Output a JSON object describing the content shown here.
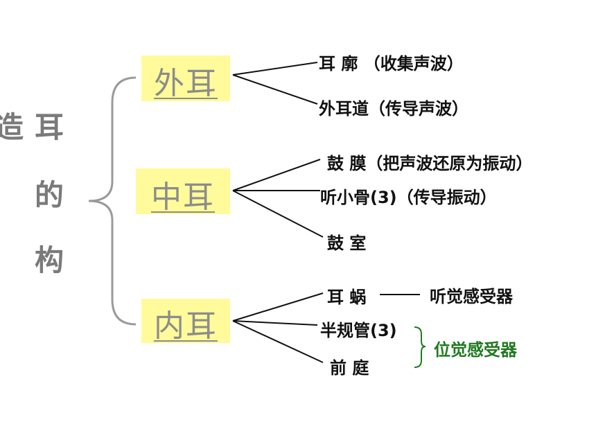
{
  "title_chars": [
    "造",
    "耳",
    "的",
    "构"
  ],
  "branches": {
    "outer": {
      "label": "外耳",
      "children": [
        "耳 廓 （收集声波）",
        "外耳道（传导声波）"
      ]
    },
    "middle": {
      "label": "中耳",
      "children": [
        "鼓 膜（把声波还原为振动）",
        "听小骨(3)（传导振动）",
        "鼓 室"
      ]
    },
    "inner": {
      "label": "内耳",
      "children": [
        "耳 蜗",
        "半规管(3)",
        "前 庭"
      ],
      "cochlea_function": "听觉感受器",
      "balance_function": "位觉感受器"
    }
  },
  "colors": {
    "label_box": "#fffb9a",
    "label_text": "#8c8c8c",
    "title_text": "#7a7a7a",
    "balance_text": "#1f7a1f"
  }
}
